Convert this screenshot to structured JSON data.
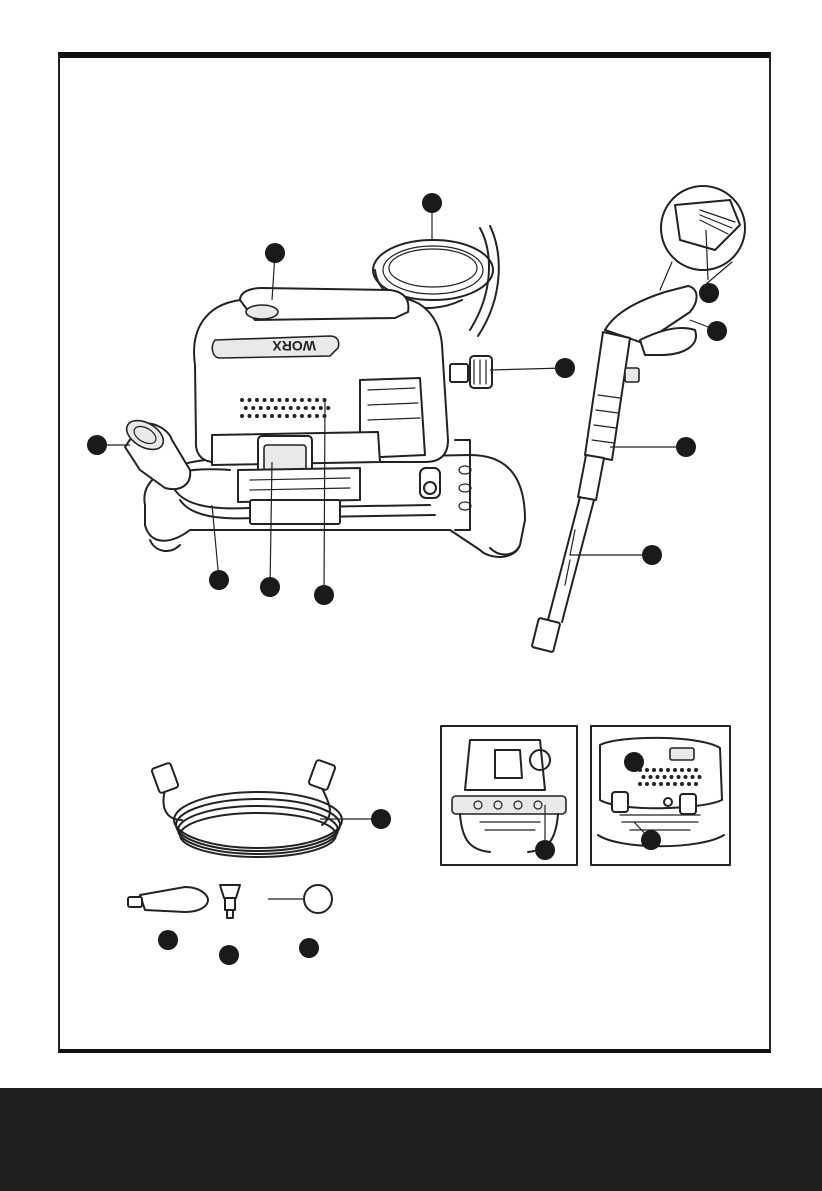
{
  "page": {
    "background": "#ffffff",
    "footer_band_color": "#1f1f1f",
    "frame_color": "#111111"
  },
  "figure": {
    "callout_color": "#1a1a1a",
    "callouts": [
      {
        "id": "hose-reel"
      },
      {
        "id": "carry-handle"
      },
      {
        "id": "trigger-lock"
      },
      {
        "id": "trigger"
      },
      {
        "id": "pressure-knob"
      },
      {
        "id": "detergent-bottle"
      },
      {
        "id": "spray-gun"
      },
      {
        "id": "spray-wand"
      },
      {
        "id": "front-handle"
      },
      {
        "id": "on-off-switch"
      },
      {
        "id": "vent-grille"
      },
      {
        "id": "high-pressure-hose"
      },
      {
        "id": "inset-rear-handle"
      },
      {
        "id": "inset-grille"
      },
      {
        "id": "inset-hose-hook"
      },
      {
        "id": "turbo-nozzle"
      },
      {
        "id": "quick-connect-nozzle"
      },
      {
        "id": "o-ring"
      }
    ]
  }
}
